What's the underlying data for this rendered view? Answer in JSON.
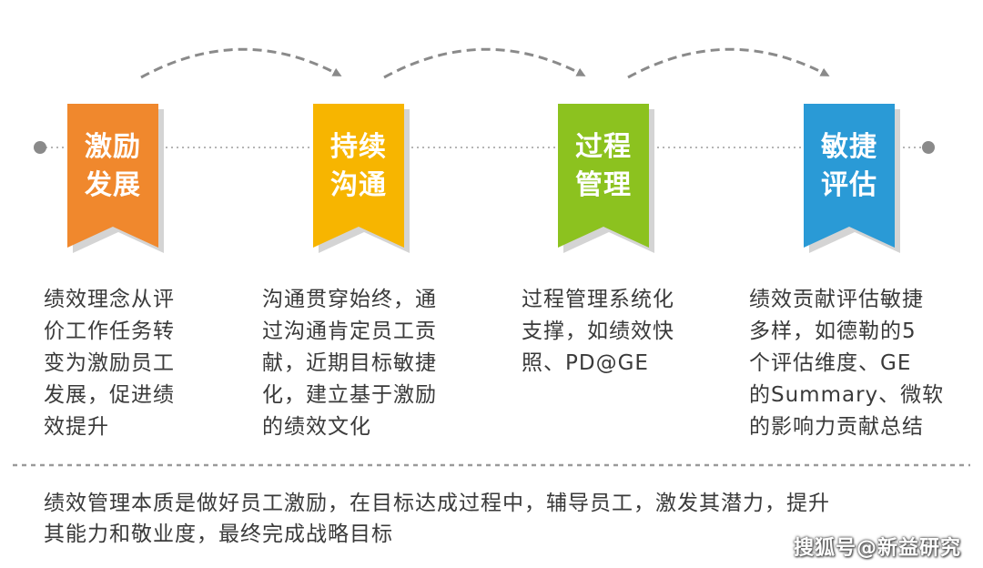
{
  "stages": [
    {
      "line1": "激励",
      "line2": "发展",
      "color": "#f0882d",
      "desc": [
        "绩效理念从评",
        "价工作任务转",
        "变为激励员工",
        "发展，促进绩",
        "效提升"
      ]
    },
    {
      "line1": "持续",
      "line2": "沟通",
      "color": "#f7b500",
      "desc": [
        "沟通贯穿始终，通",
        "过沟通肯定员工贡",
        "献，近期目标敏捷",
        "化，建立基于激励",
        "的绩效文化"
      ]
    },
    {
      "line1": "过程",
      "line2": "管理",
      "color": "#8cc21f",
      "desc": [
        "过程管理系统化",
        "支撑，如绩效快",
        "照、PD@GE"
      ]
    },
    {
      "line1": "敏捷",
      "line2": "评估",
      "color": "#2a9ad6",
      "desc": [
        "绩效贡献评估敏捷",
        "多样，如德勒的5",
        "个评估维度、GE",
        "的Summary、微软",
        "的影响力贡献总结"
      ]
    }
  ],
  "summary": {
    "line1": "绩效管理本质是做好员工激励，在目标达成过程中，辅导员工，激发其潜力，提升",
    "line2": "其能力和敬业度，最终完成战略目标"
  },
  "watermark": "搜狐号@新益研究"
}
